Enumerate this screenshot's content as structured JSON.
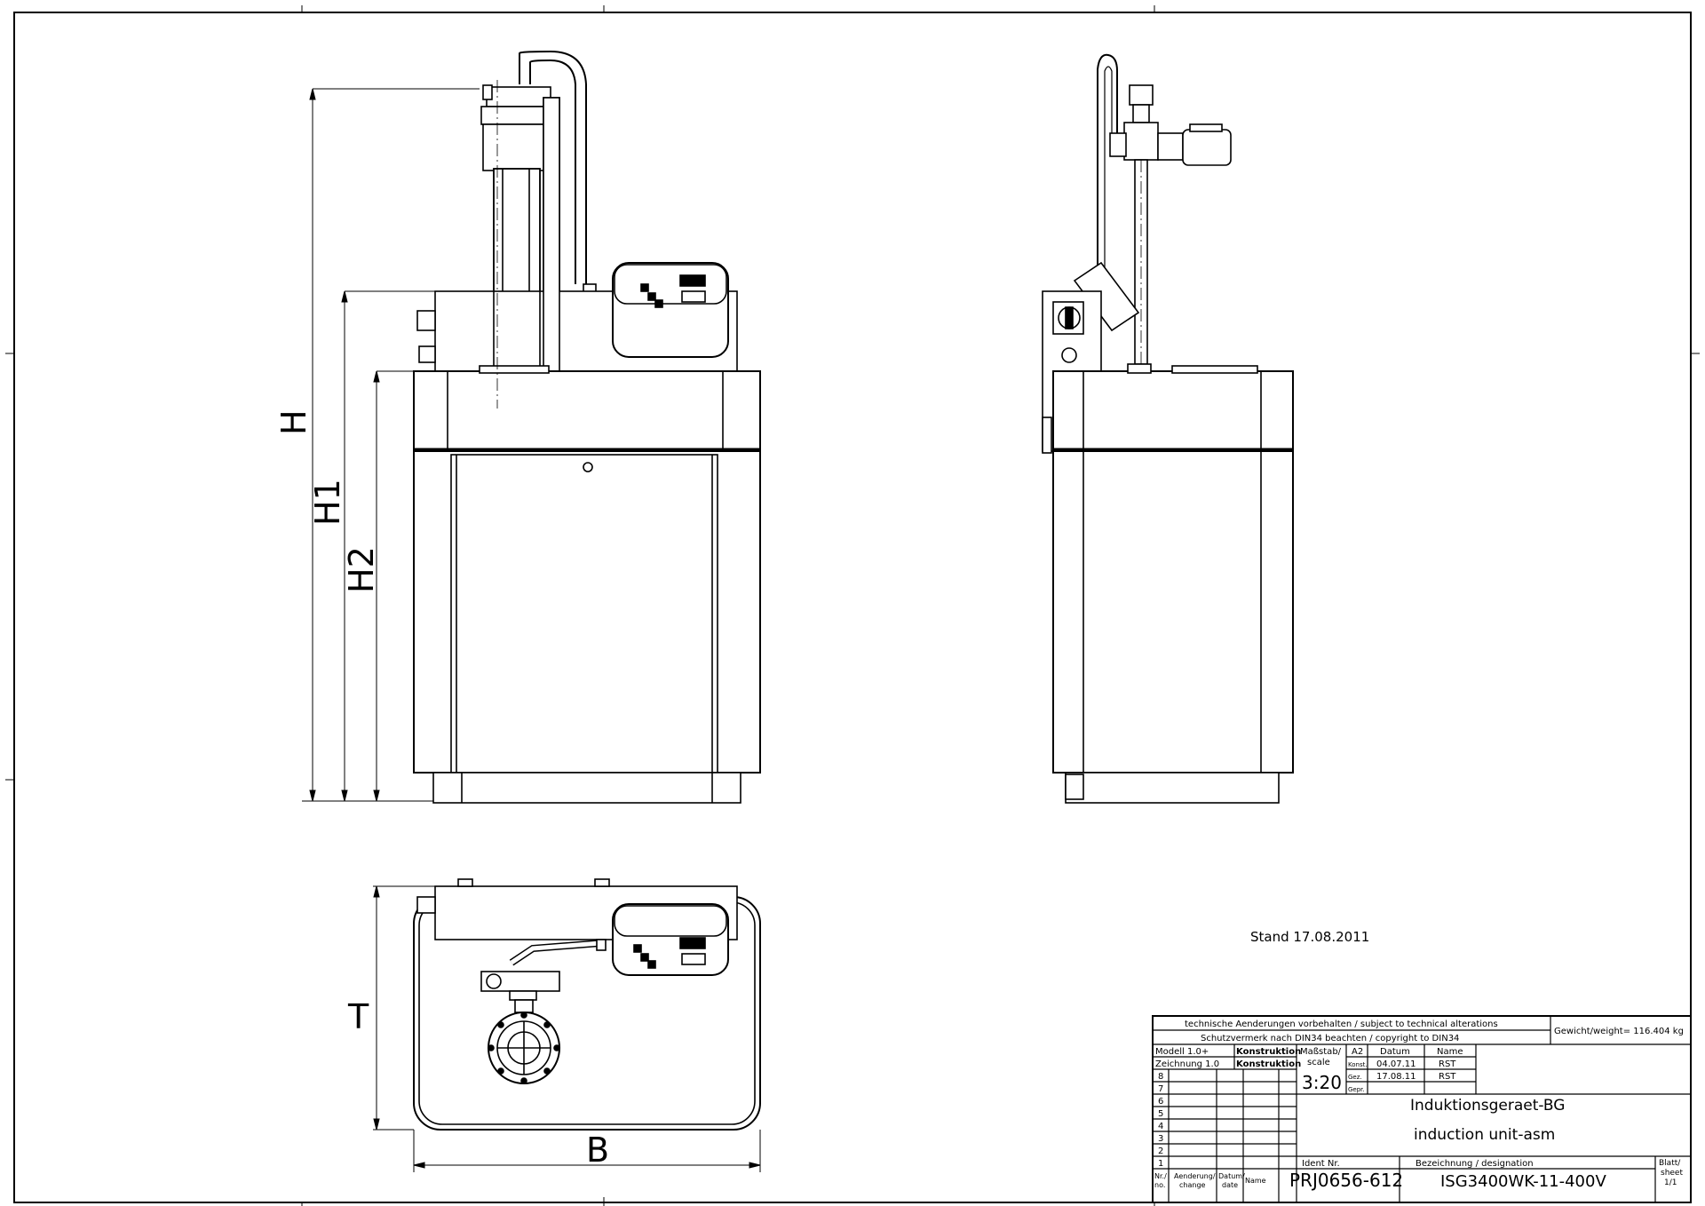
{
  "dimensions": {
    "H": "H",
    "H1": "H1",
    "H2": "H2",
    "T": "T",
    "B": "B"
  },
  "stand": "Stand 17.08.2011",
  "title_block": {
    "notice1": "technische Aenderungen vorbehalten / subject to technical alterations",
    "notice2": "Schutzvermerk nach DIN34 beachten / copyright to DIN34",
    "weight": "Gewicht/weight= 116.404 kg",
    "modell": "Modell 1.0+",
    "modell_role": "Konstruktion",
    "zeichnung": "Zeichnung 1.0",
    "zeichnung_role": "Konstruktion",
    "scale_label_1": "Maßstab/",
    "scale_label_2": "scale",
    "scale": "3:20",
    "format": "A2",
    "datum_header": "Datum",
    "name_header": "Name",
    "konst_label": "Konst.",
    "konst_date": "04.07.11",
    "konst_name": "RST",
    "gez_label": "Gez.",
    "gez_date": "17.08.11",
    "gez_name": "RST",
    "gepr_label": "Gepr.",
    "rev_numbers": [
      "8",
      "7",
      "6",
      "5",
      "4",
      "3",
      "2",
      "1"
    ],
    "title_de": "Induktionsgeraet-BG",
    "title_en": "induction unit-asm",
    "ident_label": "Ident Nr.",
    "ident": "PRJ0656-612",
    "designation_label": "Bezeichnung / designation",
    "designation": "ISG3400WK-11-400V",
    "sheet_label_1": "Blatt/",
    "sheet_label_2": "sheet",
    "sheet": "1/1",
    "nr_label_1": "Nr./",
    "nr_label_2": "no.",
    "change_label_1": "Aenderung/",
    "change_label_2": "change",
    "date_label_1": "Datum/",
    "date_label_2": "date",
    "name_label": "Name"
  }
}
